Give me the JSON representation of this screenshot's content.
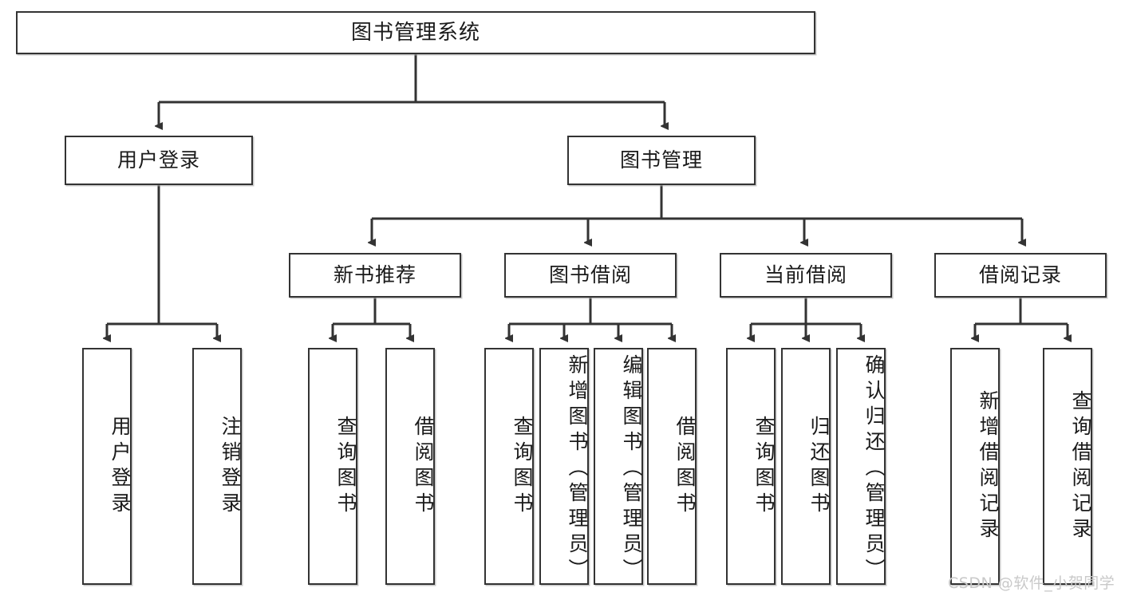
{
  "diagram": {
    "title": "图书管理系统",
    "type": "tree-hierarchy-functional-structure",
    "watermark": "CSDN @软件_小贺同学",
    "colors": {
      "border": "#333333",
      "background": "#ffffff",
      "text": "#1a1a1a",
      "edge": "#333333",
      "watermark": "#c9c9c9"
    },
    "levels": {
      "level1": {
        "label": "图书管理系统"
      },
      "level2": [
        {
          "label": "用户登录"
        },
        {
          "label": "图书管理"
        }
      ],
      "level3": [
        {
          "label": "新书推荐"
        },
        {
          "label": "图书借阅"
        },
        {
          "label": "当前借阅"
        },
        {
          "label": "借阅记录"
        }
      ],
      "level4": {
        "user_login_children": [
          {
            "label": "用户登录"
          },
          {
            "label": "注销登录"
          }
        ],
        "new_book_children": [
          {
            "label": "查询图书"
          },
          {
            "label": "借阅图书"
          }
        ],
        "book_borrow_children": [
          {
            "label": "查询图书"
          },
          {
            "label": "新增图书（管理员）"
          },
          {
            "label": "编辑图书（管理员）"
          },
          {
            "label": "借阅图书"
          }
        ],
        "current_borrow_children": [
          {
            "label": "查询图书"
          },
          {
            "label": "归还图书"
          },
          {
            "label": "确认归还（管理员）"
          }
        ],
        "borrow_record_children": [
          {
            "label": "新增借阅记录"
          },
          {
            "label": "查询借阅记录"
          }
        ]
      }
    }
  }
}
